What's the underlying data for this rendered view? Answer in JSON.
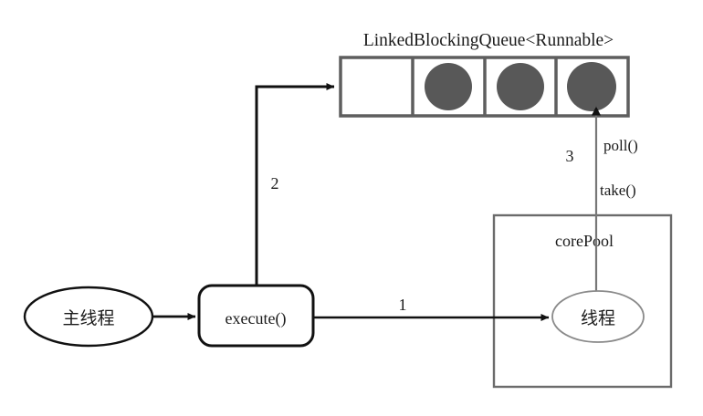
{
  "diagram": {
    "title": "LinkedBlockingQueue<Runnable>",
    "queue": {
      "name": "LinkedBlockingQueue<Runnable>",
      "cells": [
        {
          "index": 0,
          "filled": false
        },
        {
          "index": 1,
          "filled": true
        },
        {
          "index": 2,
          "filled": true
        },
        {
          "index": 3,
          "filled": true
        }
      ],
      "task_color": "#585858",
      "border_color": "#5e5e5e"
    },
    "nodes": {
      "main_thread": {
        "label": "主线程",
        "shape": "ellipse",
        "border_color": "#111111"
      },
      "execute": {
        "label": "execute()",
        "shape": "rounded-rect",
        "border_color": "#111111"
      },
      "core_pool": {
        "label": "corePool",
        "shape": "rect",
        "border_color": "#6b6b6b"
      },
      "worker_thread": {
        "label": "线程",
        "shape": "ellipse",
        "border_color": "#8a8a8a"
      }
    },
    "edges": [
      {
        "id": "main-to-execute",
        "label": "",
        "from": "main_thread",
        "to": "execute"
      },
      {
        "id": "execute-to-queue",
        "label": "2",
        "from": "execute",
        "to": "queue"
      },
      {
        "id": "execute-to-pool",
        "label": "1",
        "from": "execute",
        "to": "worker_thread"
      },
      {
        "id": "queue-to-thread",
        "label": "3",
        "from": "worker_thread",
        "to": "queue"
      }
    ],
    "annotations": {
      "step_one": "1",
      "step_two": "2",
      "step_three": "3",
      "poll": "poll()",
      "take": "take()"
    }
  }
}
